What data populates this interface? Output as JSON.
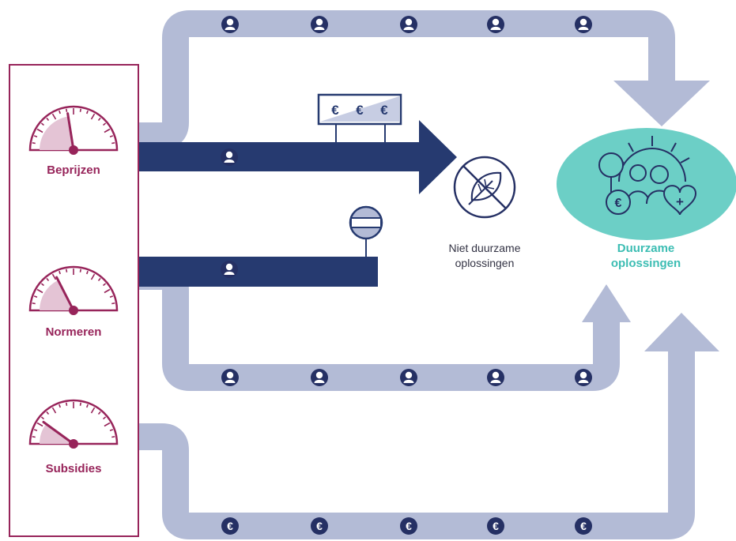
{
  "levers": {
    "beprijzen": "Beprijzen",
    "normeren": "Normeren",
    "subsidies": "Subsidies"
  },
  "outcomes": {
    "niet_duurzaam_line1": "Niet duurzame",
    "niet_duurzaam_line2": "oplossingen",
    "duurzaam_line1": "Duurzame",
    "duurzaam_line2": "oplossingen"
  },
  "price_sign": {
    "symbols": [
      "€",
      "€",
      "€"
    ]
  },
  "subsidy_symbol": "€",
  "icons": {
    "person": "person-icon",
    "euro": "euro-icon",
    "no_leaf": "no-leaf-icon",
    "no_entry_sign": "no-entry-sign-icon",
    "gauge": "gauge-icon",
    "sustainable": "sustainable-solutions-icon"
  },
  "colors": {
    "flow_light": "#b3bbd6",
    "flow_dark": "#263a70",
    "lever_accent": "#97245a",
    "gauge_fill": "#e4c4d5",
    "sustainable_ellipse": "#6ccfc6",
    "sustainable_text": "#3cbdb3",
    "icon_dark": "#253064"
  },
  "gauges": [
    {
      "name": "beprijzen",
      "level": 0.45
    },
    {
      "name": "normeren",
      "level": 0.35
    },
    {
      "name": "subsidies",
      "level": 0.2
    }
  ]
}
